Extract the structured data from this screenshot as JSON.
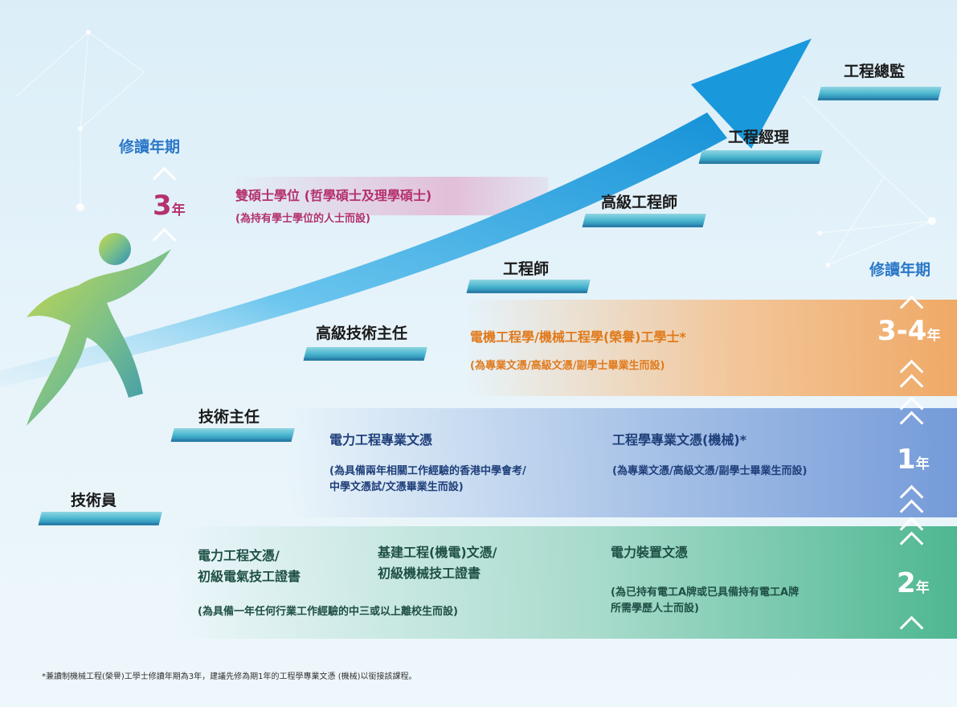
{
  "steps": [
    {
      "label": "技術員"
    },
    {
      "label": "技術主任"
    },
    {
      "label": "高級技術主任"
    },
    {
      "label": "工程師"
    },
    {
      "label": "高級工程師"
    },
    {
      "label": "工程經理"
    },
    {
      "label": "工程總監"
    }
  ],
  "duration_title": "修讀年期",
  "masters": {
    "course": "雙碩士學位 (哲學碩士及理學碩士)",
    "note": "(為持有學士學位的人士而設)",
    "duration_num": "3",
    "duration_unit": "年"
  },
  "degree": {
    "course": "電機工程學/機械工程學(榮譽)工學士*",
    "note": "(為專業文憑/高級文憑/副學士畢業生而設)",
    "duration_num": "3-4",
    "duration_unit": "年"
  },
  "diploma": {
    "course1": "電力工程專業文憑",
    "note1_line1": "(為具備兩年相關工作經驗的香港中學會考/",
    "note1_line2": "中學文憑試/文憑畢業生而設)",
    "course2": "工程學專業文憑(機械)*",
    "note2": "(為專業文憑/高級文憑/副學士畢業生而設)",
    "duration_num": "1",
    "duration_unit": "年"
  },
  "certificate": {
    "course1_line1": "電力工程文憑/",
    "course1_line2": "初級電氣技工證書",
    "course2_line1": "基建工程(機電)文憑/",
    "course2_line2": "初級機械技工證書",
    "note1": "(為具備一年任何行業工作經驗的中三或以上離校生而設)",
    "course3": "電力裝置文憑",
    "note3_line1": "(為已持有電工A牌或已具備持有電工A牌",
    "note3_line2": "所需學歷人士而設)",
    "duration_num": "2",
    "duration_unit": "年"
  },
  "footnote": "*兼讀制機械工程(榮譽)工學士修讀年期為3年，建議先修為期1年的工程學專業文憑 (機械)以銜接該課程。",
  "colors": {
    "masters_text": "#b4306e",
    "degree_text": "#e07a1c",
    "diploma_text": "#1f3f7a",
    "certificate_text": "#1e4f45",
    "duration_title": "#2b78c8",
    "arrow": "#2aa3e0"
  }
}
